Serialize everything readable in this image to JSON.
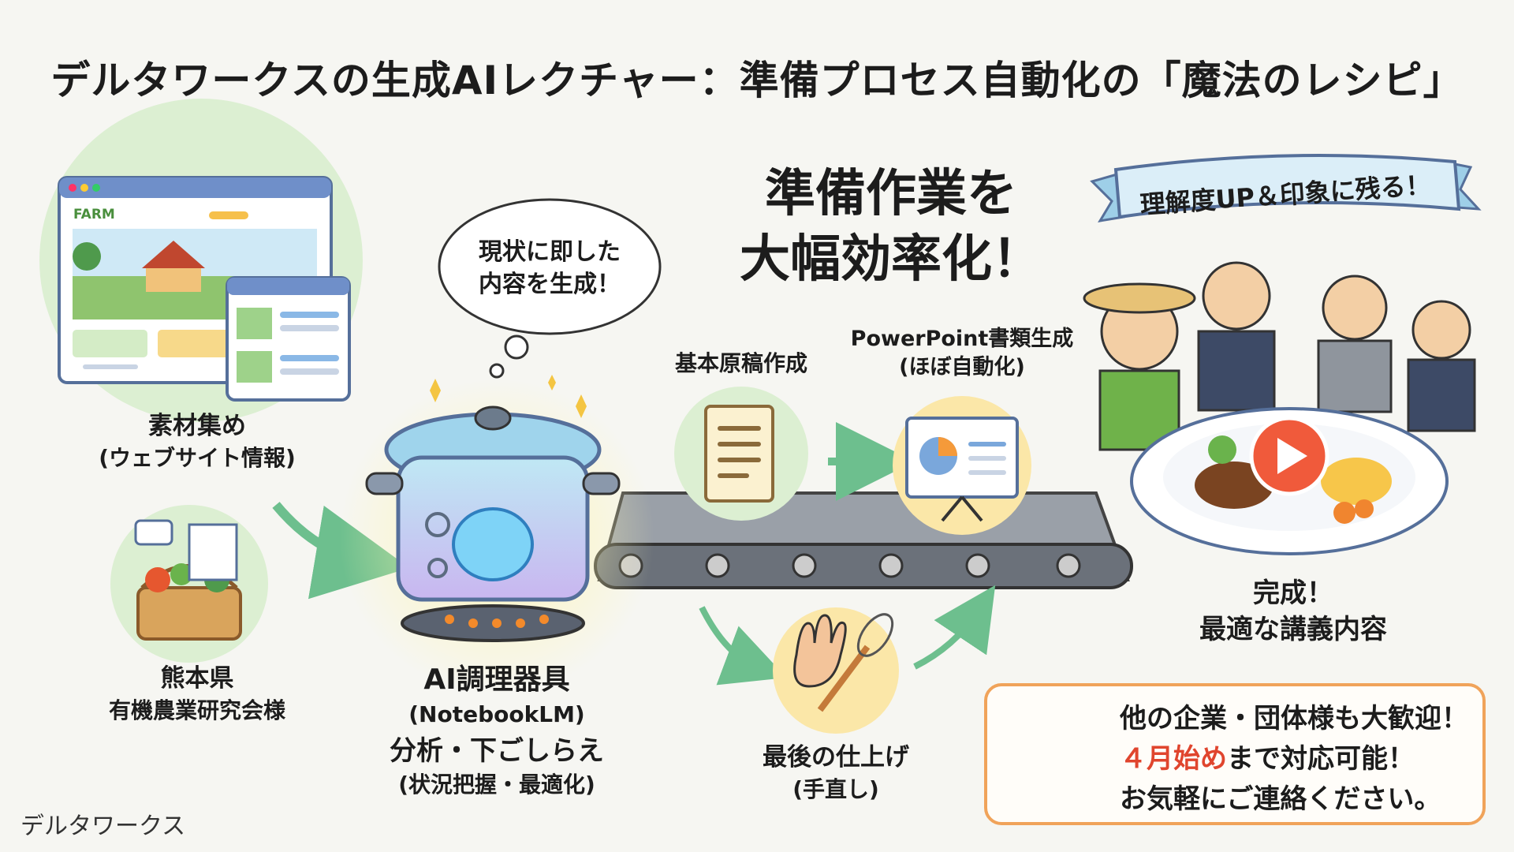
{
  "title": "デルタワークスの生成AIレクチャー：準備プロセス自動化の「魔法のレシピ」",
  "browser": {
    "brand": "FARM"
  },
  "step1": {
    "line1": "素材集め",
    "line2": "(ウェブサイト情報)"
  },
  "step2": {
    "line1": "熊本県",
    "line2": "有機農業研究会様"
  },
  "thought": {
    "line1": "現状に即した",
    "line2": "内容を生成！"
  },
  "pot": {
    "line1": "AI調理器具",
    "line2": "(NotebookLM)",
    "line3": "分析・下ごしらえ",
    "line4": "(状況把握・最適化)"
  },
  "headline": {
    "line1": "準備作業を",
    "line2": "大幅効率化！"
  },
  "draft": {
    "label": "基本原稿作成"
  },
  "ppt": {
    "line1": "PowerPoint書類生成",
    "line2": "(ほぼ自動化)"
  },
  "finish": {
    "line1": "最後の仕上げ",
    "line2": "(手直し)"
  },
  "banner": {
    "text": "理解度UP＆印象に残る！"
  },
  "result": {
    "line1": "完成！",
    "line2": "最適な講義内容"
  },
  "notice": {
    "line1": "他の企業・団体様も大歓迎！",
    "line2_highlight": "４月始め",
    "line2_rest": "まで対応可能！",
    "line3": "お気軽にご連絡ください。"
  },
  "footer": "デルタワークス",
  "colors": {
    "accent_green": "#6dbf8e",
    "highlight_red": "#e0452e",
    "notice_border": "#f0a35a",
    "circle_green": "#dcefd2",
    "circle_yellow": "#fbe7a8"
  }
}
